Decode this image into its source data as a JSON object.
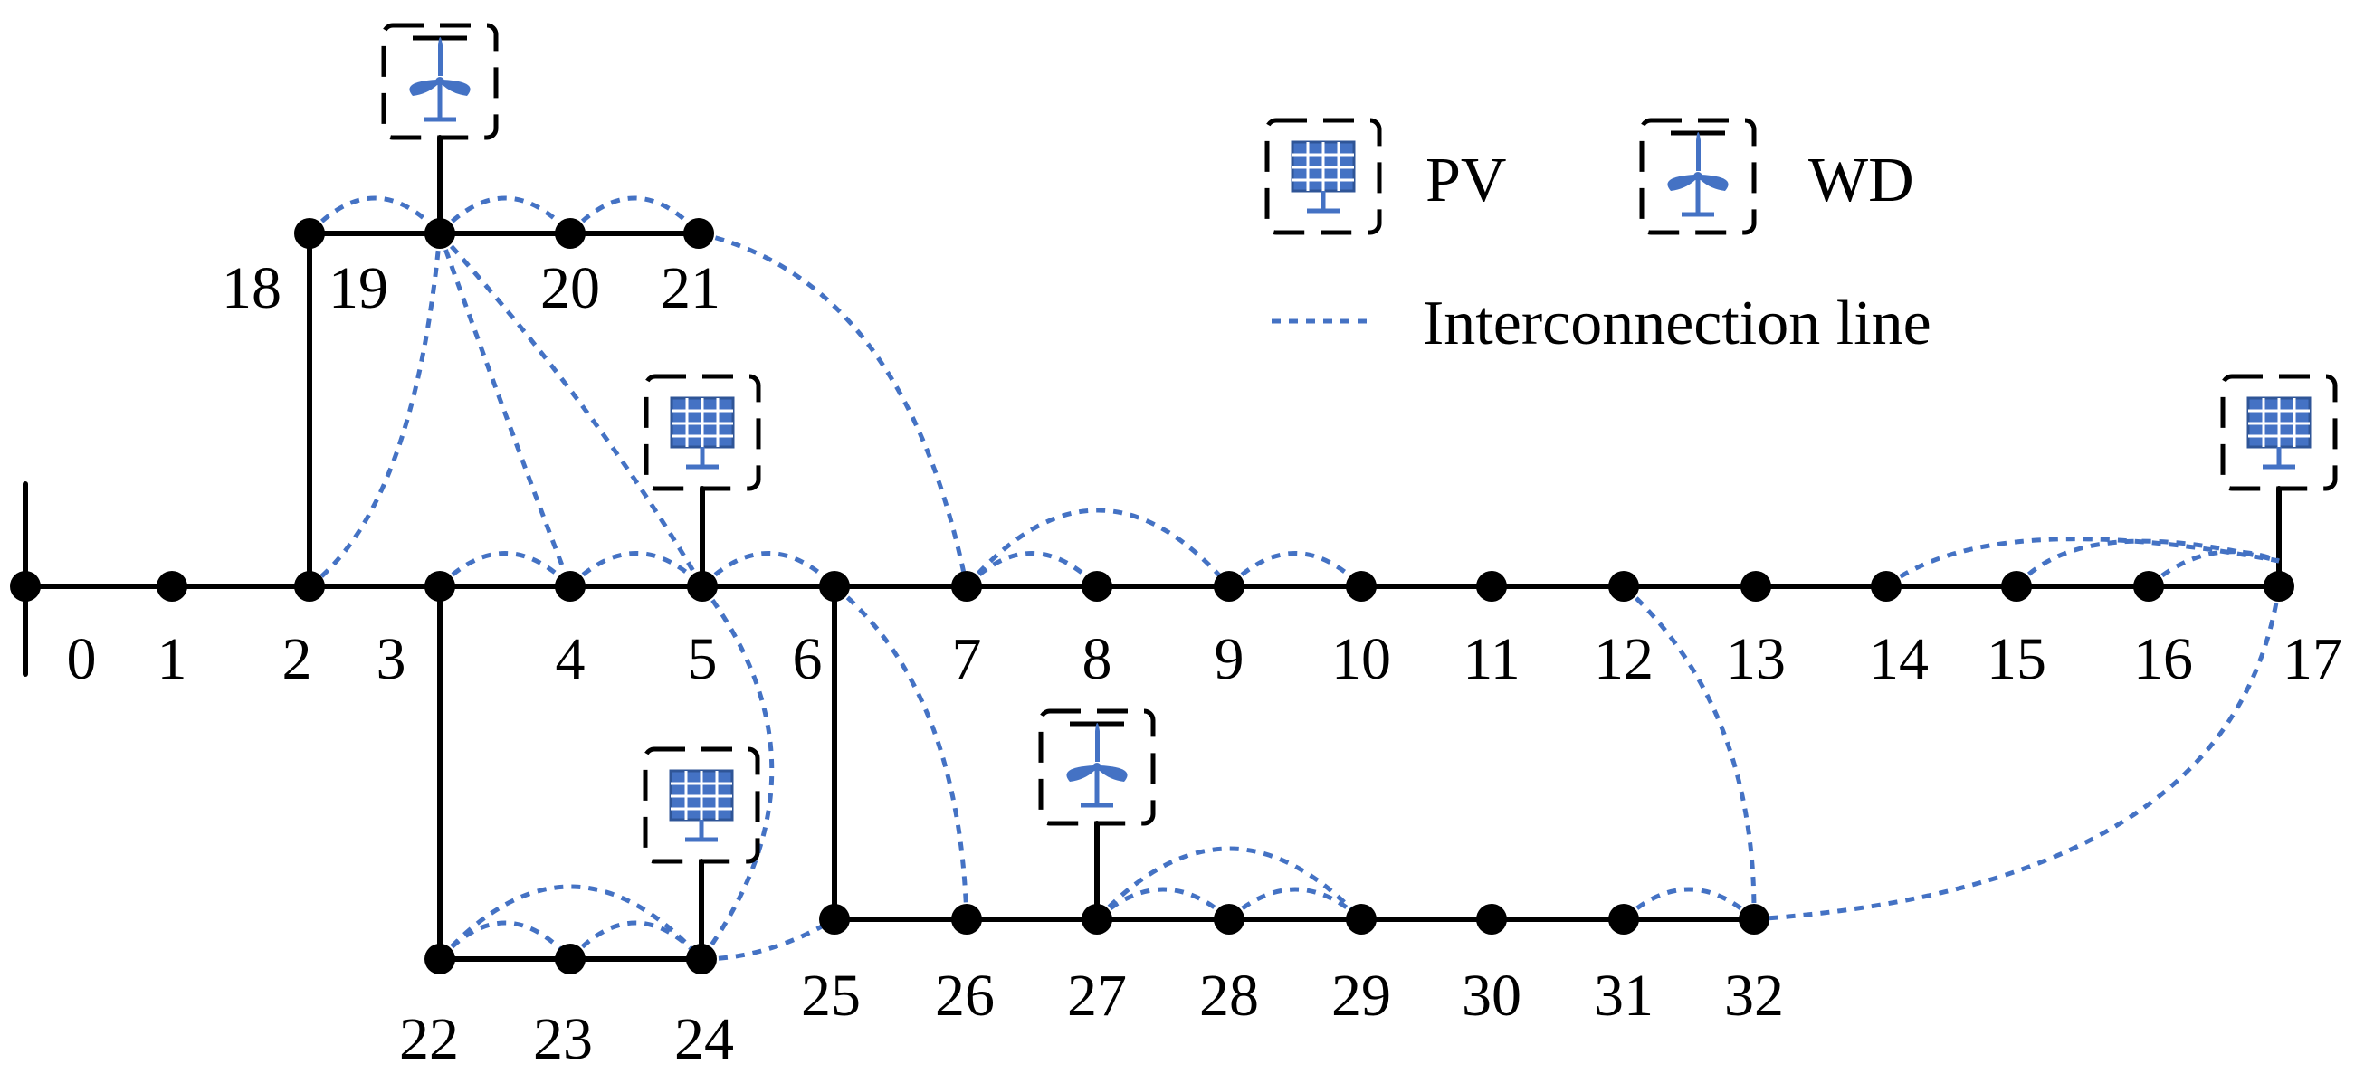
{
  "colors": {
    "line": "#000000",
    "interconnection": "#4472C4",
    "icon_fill": "#4472C4"
  },
  "nodes": [
    "0",
    "1",
    "2",
    "3",
    "4",
    "5",
    "6",
    "7",
    "8",
    "9",
    "10",
    "11",
    "12",
    "13",
    "14",
    "15",
    "16",
    "17",
    "18",
    "19",
    "20",
    "21",
    "22",
    "23",
    "24",
    "25",
    "26",
    "27",
    "28",
    "29",
    "30",
    "31",
    "32"
  ],
  "legend": {
    "pv": "PV",
    "wd": "WD",
    "interconnection": "Interconnection line"
  },
  "generators": [
    {
      "type": "WD",
      "bus": "19",
      "icon": "wind-turbine-icon"
    },
    {
      "type": "PV",
      "bus": "5",
      "icon": "solar-panel-icon"
    },
    {
      "type": "PV",
      "bus": "17",
      "icon": "solar-panel-icon"
    },
    {
      "type": "PV",
      "bus": "24",
      "icon": "solar-panel-icon"
    },
    {
      "type": "WD",
      "bus": "27",
      "icon": "wind-turbine-icon"
    }
  ]
}
